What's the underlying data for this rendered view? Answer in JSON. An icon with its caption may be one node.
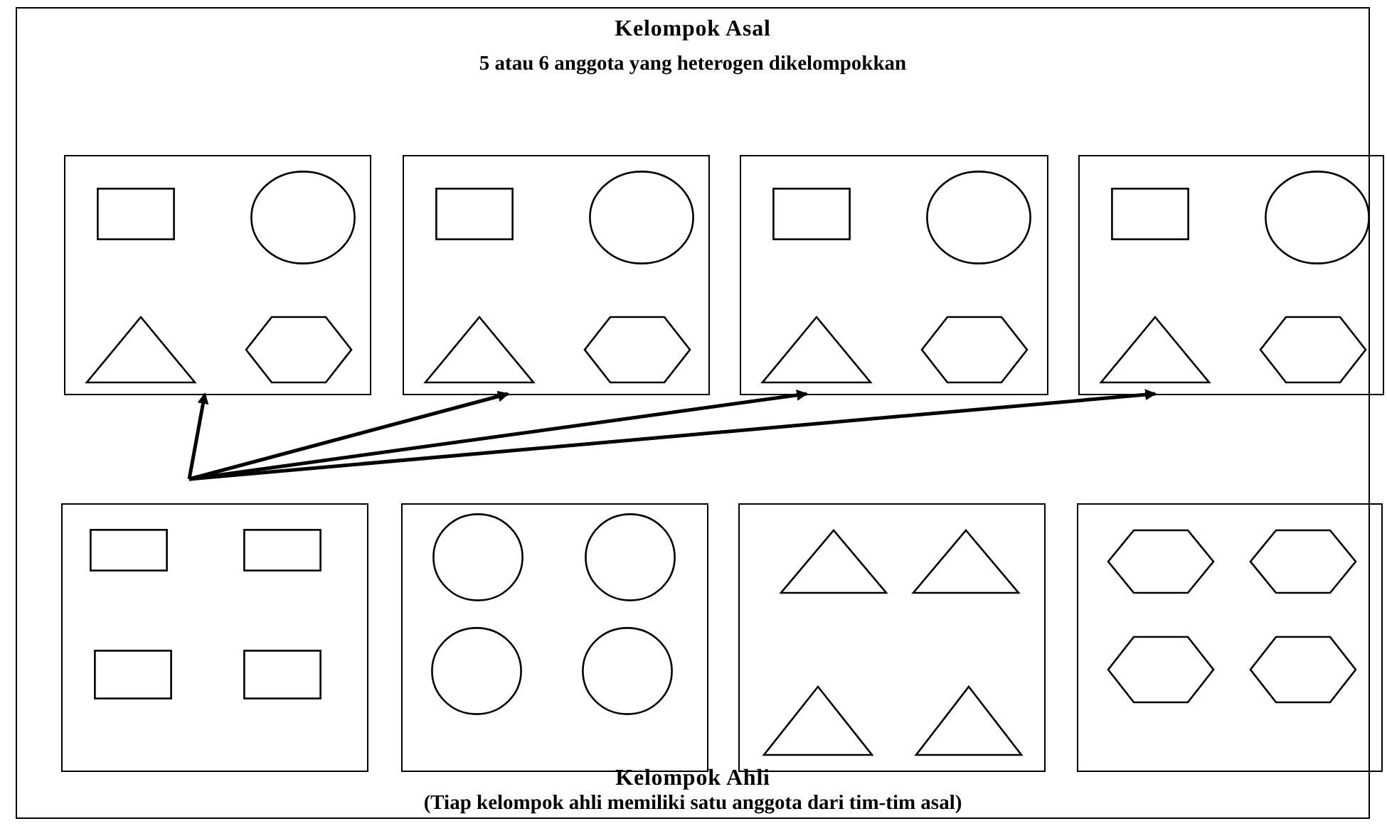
{
  "diagram": {
    "nodes": [
      {
        "text": [
          "Kelompok Asal",
          "5 atau 6 anggota yang heterogen dikelompokkan",
          "Kelompok Ahli",
          "(Tiap kelompok ahli memiliki satu anggota dari tim-tim asal)"
        ]
      },
      {
        "text": [],
        "shape": "box",
        "in": 0
      },
      {
        "text": [],
        "shape": "box",
        "in": 0
      },
      {
        "text": [],
        "shape": "box",
        "in": 0
      },
      {
        "text": [],
        "shape": "box",
        "in": 0
      },
      {
        "text": [],
        "shape": "box",
        "in": 0
      },
      {
        "text": [],
        "shape": "box",
        "in": 0
      },
      {
        "text": [],
        "shape": "box",
        "in": 0
      },
      {
        "text": [],
        "shape": "box",
        "in": 0
      }
    ],
    "edges": [
      {
        "from": null,
        "to": 1,
        "arrow": "to"
      },
      {
        "from": null,
        "to": 2,
        "arrow": "to"
      },
      {
        "from": null,
        "to": 3,
        "arrow": "to"
      },
      {
        "from": null,
        "to": 4,
        "arrow": "to"
      }
    ]
  }
}
